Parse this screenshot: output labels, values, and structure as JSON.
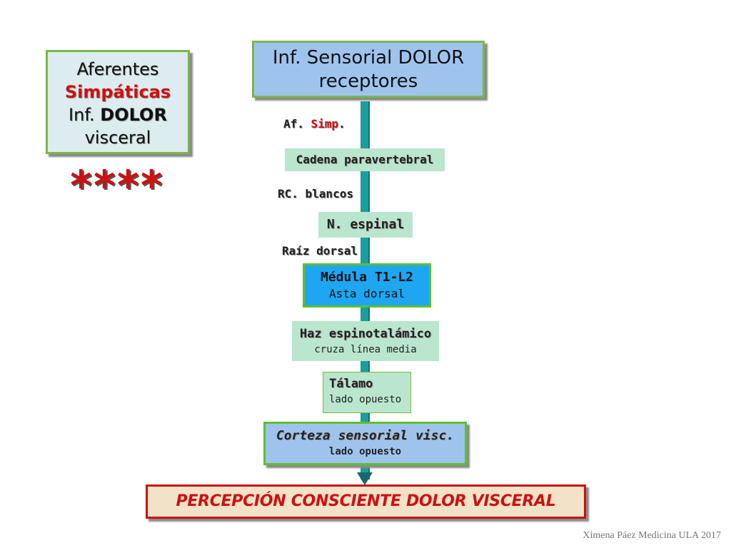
{
  "left_box": {
    "line1": "Aferentes",
    "line2": "Simpáticas",
    "line3_a": "Inf. ",
    "line3_b": "DOLOR",
    "line4": "visceral"
  },
  "stars": "****",
  "top_box": {
    "line1": "Inf. Sensorial DOLOR",
    "line2": "receptores"
  },
  "labels": {
    "af_a": "Af. ",
    "af_b": "Simp",
    "af_c": ".",
    "rc_blancos": "RC. blancos",
    "raiz_dorsal": "Raíz dorsal"
  },
  "nodes": {
    "cadena": "Cadena paravertebral",
    "n_espinal": "N. espinal",
    "medula_title": "Médula T1-L2",
    "medula_sub": "Asta dorsal",
    "haz_title": "Haz espinotalámico",
    "haz_sub": "cruza línea media",
    "talamo_title": "Tálamo",
    "talamo_sub": "lado opuesto",
    "corteza_title": "Corteza sensorial visc.",
    "corteza_sub": "lado opuesto",
    "percepcion": "PERCEPCIÓN CONSCIENTE DOLOR VISCERAL"
  },
  "credit": "Ximena Páez Medicina ULA 2017",
  "colors": {
    "accent_red": "#cc1111",
    "axis": "#1a9ea0",
    "box_blue": "#9ec4ee",
    "box_green": "#b9e6cd",
    "medula_blue": "#1ea6f1",
    "border_green": "#7ab648"
  }
}
